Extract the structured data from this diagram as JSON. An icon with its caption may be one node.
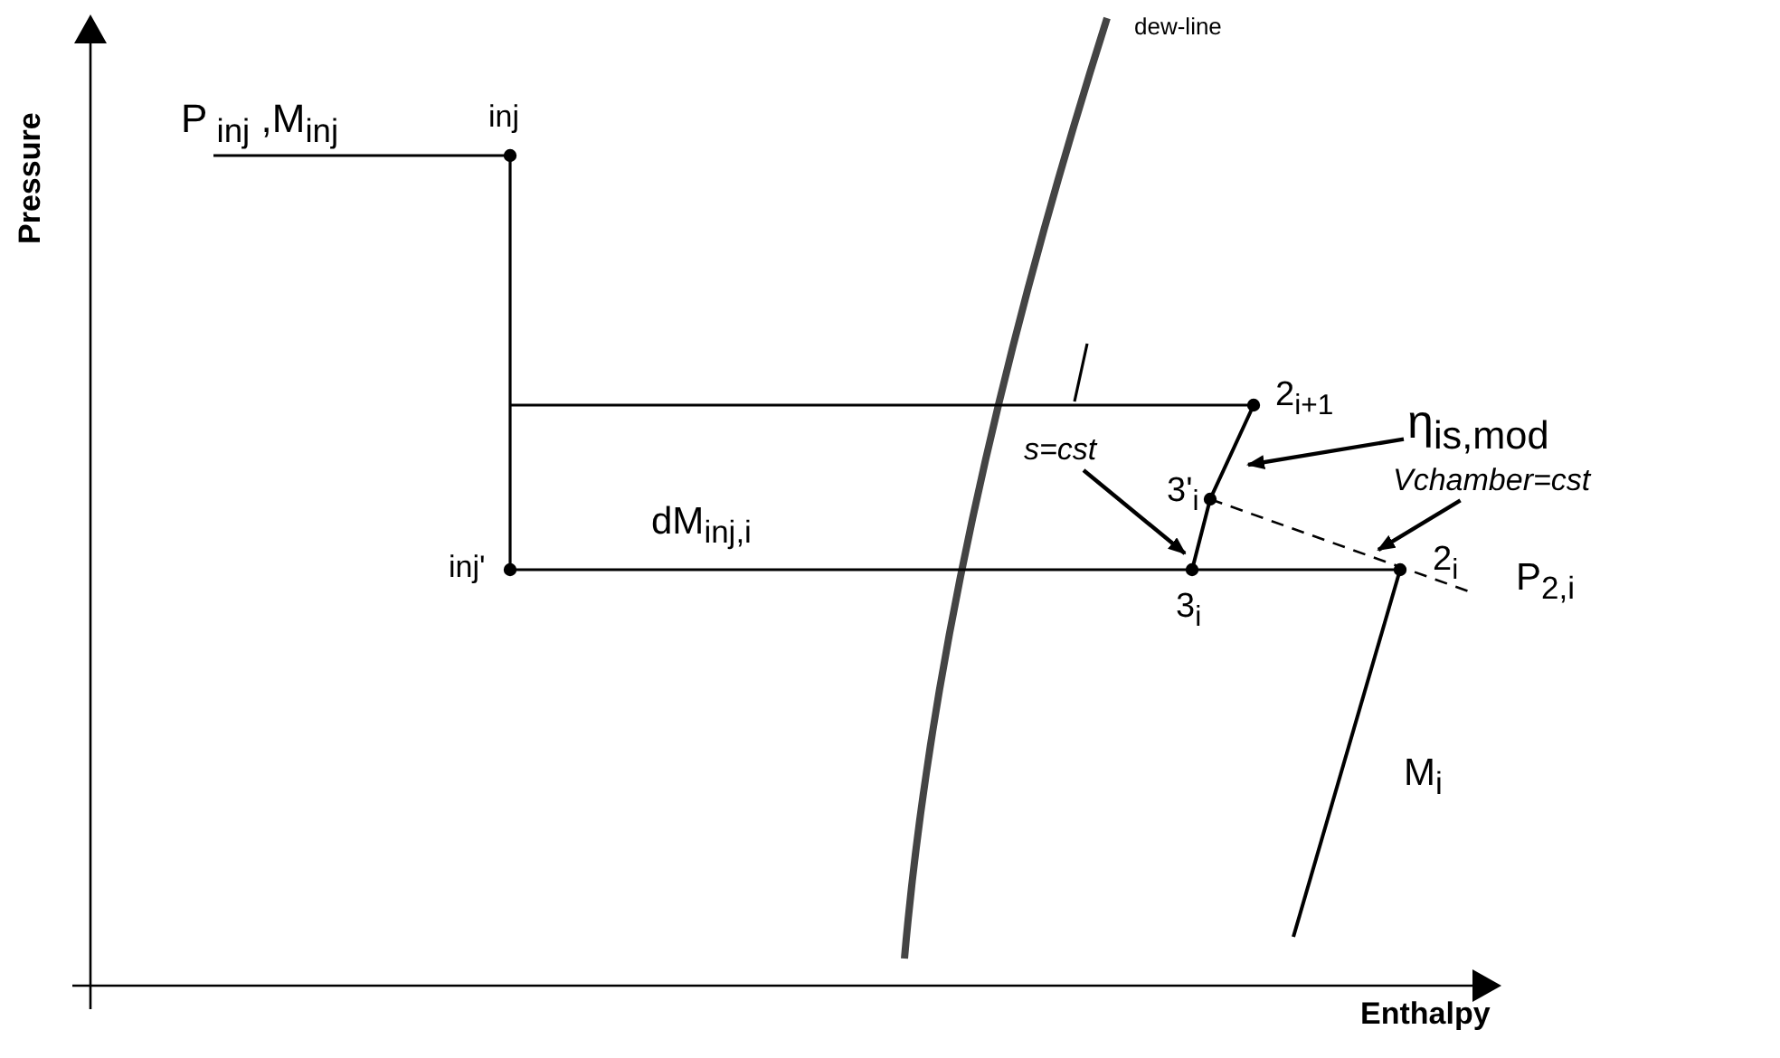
{
  "diagram": {
    "nodes": [
      {
        "text": [
          "η$_{is,mod}$"
        ]
      },
      {
        "text": [
          "s=cst"
        ]
      },
      {
        "text": [
          "Vchamber=cst"
        ]
      }
    ],
    "edges": [
      {
        "from": 0,
        "to": null,
        "arrow": "to"
      },
      {
        "from": 1,
        "to": null,
        "arrow": "to"
      },
      {
        "from": 2,
        "to": null,
        "arrow": "to"
      }
    ],
    "labels": [
      "Pressure",
      "dew-line",
      "P$_{ inj}$  ,M$_{inj}$",
      "inj",
      "2$_{i+1}$",
      "3'$_{i}$",
      "dM$_{inj,i}$",
      "inj'",
      "2$_{i}$",
      "P$_{2,i}$",
      "3$_{i}$",
      "M$_{i}$",
      "Enthalpy"
    ]
  }
}
